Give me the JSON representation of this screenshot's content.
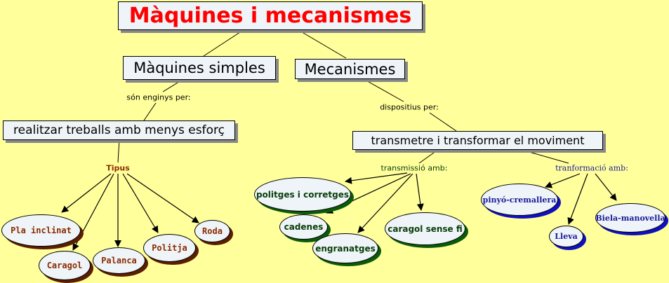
{
  "title": "Màquines i mecanismes",
  "simple_machines": {
    "label": "Màquines simples",
    "link": "són enginys per:",
    "purpose": "realitzar treballs amb menys esforç",
    "types_label": "Tipus",
    "types": [
      "Pla inclinat",
      "Caragol",
      "Palanca",
      "Politja",
      "Roda"
    ]
  },
  "mechanisms": {
    "label": "Mecanismes",
    "link": "dispositius per:",
    "purpose": "transmetre i transformar el moviment",
    "transmission_label": "transmissió amb:",
    "transmission": [
      "politges i corretges",
      "cadenes",
      "engranatges",
      "caragol sense fi"
    ],
    "transformation_label": "tranformació amb:",
    "transformation": [
      "pinyó-cremallera",
      "Lleva",
      "Biela-manovella"
    ]
  },
  "colors": {
    "background": "#ffff9c",
    "title": "#ff0000",
    "types": "#8b2c00",
    "transmission": "#0a3d0a",
    "transformation": "#1a1a9a"
  }
}
